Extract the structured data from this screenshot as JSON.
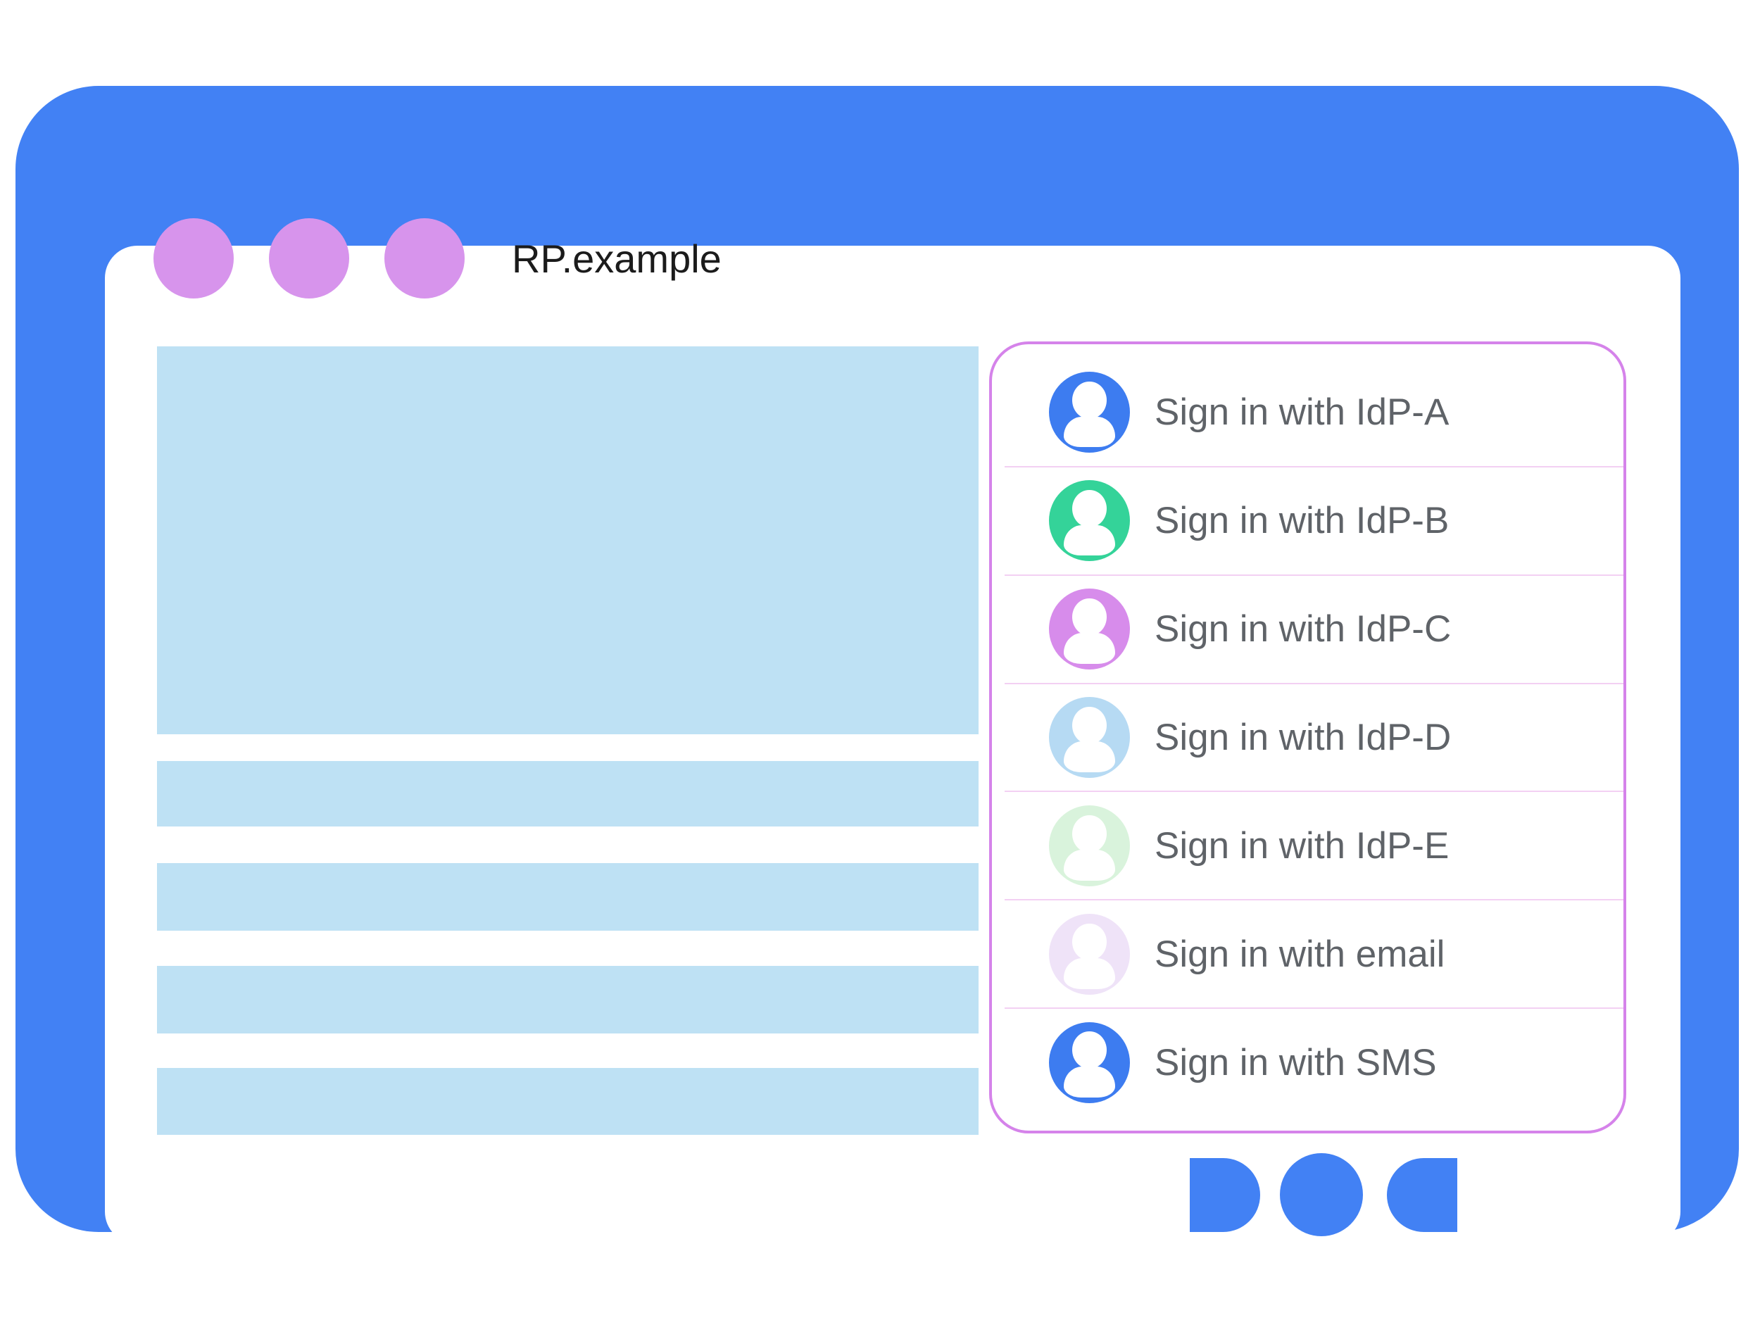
{
  "illustration": {
    "browser": {
      "title": "RP.example",
      "window_dot_count": 3,
      "frame_color": "#4281f4",
      "window_dot_color": "#d794ec",
      "title_color": "#1b1b1b"
    },
    "content_placeholder": {
      "block_color": "#bee1f4",
      "block_count": 5
    },
    "signin_panel": {
      "border_color": "#d583ea",
      "divider_color": "#f3d0f3",
      "label_color": "#5f6368",
      "avatar_glyph_color": "#ffffff",
      "items": [
        {
          "label": "Sign in with IdP-A",
          "avatar_color": "#3d7cf0"
        },
        {
          "label": "Sign in with IdP-B",
          "avatar_color": "#34d399"
        },
        {
          "label": "Sign in with IdP-C",
          "avatar_color": "#d78ceb"
        },
        {
          "label": "Sign in with IdP-D",
          "avatar_color": "#b6daf3"
        },
        {
          "label": "Sign in with IdP-E",
          "avatar_color": "#d9f3dc"
        },
        {
          "label": "Sign in with email",
          "avatar_color": "#efe3f8"
        },
        {
          "label": "Sign in with SMS",
          "avatar_color": "#3d7cf0"
        }
      ]
    }
  }
}
